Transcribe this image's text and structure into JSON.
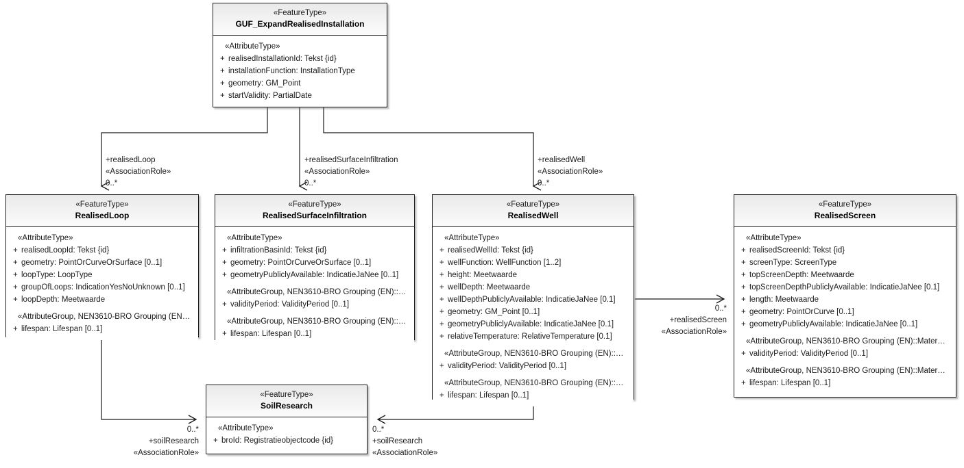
{
  "diagram": {
    "title": "GUF_ExpandRealisedInstallation UML class diagram",
    "stereotype_feature": "«FeatureType»",
    "stereotype_attribute": "«AttributeType»",
    "visibility_public": "+"
  },
  "classes": {
    "guf": {
      "stereotype": "«FeatureType»",
      "name": "GUF_ExpandRealisedInstallation",
      "compartments": [
        {
          "group": "«AttributeType»",
          "attributes": [
            {
              "vis": "+",
              "sig": "realisedInstallationId: Tekst {id}"
            },
            {
              "vis": "+",
              "sig": "installationFunction: InstallationType"
            },
            {
              "vis": "+",
              "sig": "geometry: GM_Point"
            },
            {
              "vis": "+",
              "sig": "startValidity: PartialDate"
            }
          ]
        }
      ]
    },
    "realisedLoop": {
      "stereotype": "«FeatureType»",
      "name": "RealisedLoop",
      "compartments": [
        {
          "group": "«AttributeType»",
          "attributes": [
            {
              "vis": "+",
              "sig": "realisedLoopId: Tekst {id}"
            },
            {
              "vis": "+",
              "sig": "geometry: PointOrCurveOrSurface [0..1]"
            },
            {
              "vis": "+",
              "sig": "loopType: LoopType"
            },
            {
              "vis": "+",
              "sig": "groupOfLoops: IndicationYesNoUnknown [0..1]"
            },
            {
              "vis": "+",
              "sig": "loopDepth: Meetwaarde"
            }
          ]
        },
        {
          "group": "«AttributeGroup, NEN3610-BRO Grouping (EN…",
          "attributes": [
            {
              "vis": "+",
              "sig": "lifespan: Lifespan [0..1]"
            }
          ]
        }
      ]
    },
    "realisedSurfaceInfiltration": {
      "stereotype": "«FeatureType»",
      "name": "RealisedSurfaceInfiltration",
      "compartments": [
        {
          "group": "«AttributeType»",
          "attributes": [
            {
              "vis": "+",
              "sig": "infiltrationBasinId: Tekst {id}"
            },
            {
              "vis": "+",
              "sig": "geometry: PointOrCurveOrSurface [0..1]"
            },
            {
              "vis": "+",
              "sig": "geometryPubliclyAvailable: IndicatieJaNee [0..1]"
            }
          ]
        },
        {
          "group": "«AttributeGroup, NEN3610-BRO Grouping (EN)::…",
          "attributes": [
            {
              "vis": "+",
              "sig": "validityPeriod: ValidityPeriod [0..1]"
            }
          ]
        },
        {
          "group": "«AttributeGroup, NEN3610-BRO Grouping (EN)::…",
          "attributes": [
            {
              "vis": "+",
              "sig": "lifespan: Lifespan [0..1]"
            }
          ]
        }
      ]
    },
    "realisedWell": {
      "stereotype": "«FeatureType»",
      "name": "RealisedWell",
      "compartments": [
        {
          "group": "«AttributeType»",
          "attributes": [
            {
              "vis": "+",
              "sig": "realisedWellId: Tekst {id}"
            },
            {
              "vis": "+",
              "sig": "wellFunction: WellFunction [1..2]"
            },
            {
              "vis": "+",
              "sig": "height: Meetwaarde"
            },
            {
              "vis": "+",
              "sig": "wellDepth: Meetwaarde"
            },
            {
              "vis": "+",
              "sig": "wellDepthPubliclyAvailable: IndicatieJaNee [0.1]"
            },
            {
              "vis": "+",
              "sig": "geometry: GM_Point [0..1]"
            },
            {
              "vis": "+",
              "sig": "geometryPubliclyAvailable: IndicatieJaNee [0.1]"
            },
            {
              "vis": "+",
              "sig": "relativeTemperature: RelativeTemperature [0.1]"
            }
          ]
        },
        {
          "group": "«AttributeGroup, NEN3610-BRO Grouping (EN)::…",
          "attributes": [
            {
              "vis": "+",
              "sig": "validityPeriod: ValidityPeriod [0..1]"
            }
          ]
        },
        {
          "group": "«AttributeGroup, NEN3610-BRO Grouping (EN)::…",
          "attributes": [
            {
              "vis": "+",
              "sig": "lifespan: Lifespan [0..1]"
            }
          ]
        }
      ]
    },
    "realisedScreen": {
      "stereotype": "«FeatureType»",
      "name": "RealisedScreen",
      "compartments": [
        {
          "group": "«AttributeType»",
          "attributes": [
            {
              "vis": "+",
              "sig": "realisedScreenId: Tekst {id}"
            },
            {
              "vis": "+",
              "sig": "screenType: ScreenType"
            },
            {
              "vis": "+",
              "sig": "topScreenDepth: Meetwaarde"
            },
            {
              "vis": "+",
              "sig": "topScreenDepthPubliclyAvailable: IndicatieJaNee [0.1]"
            },
            {
              "vis": "+",
              "sig": "length: Meetwaarde"
            },
            {
              "vis": "+",
              "sig": "geometry: PointOrCurve [0..1]"
            },
            {
              "vis": "+",
              "sig": "geometryPubliclyAvailable: IndicatieJaNee [0..1]"
            }
          ]
        },
        {
          "group": "«AttributeGroup, NEN3610-BRO Grouping (EN)::Mater…",
          "attributes": [
            {
              "vis": "+",
              "sig": "validityPeriod: ValidityPeriod [0..1]"
            }
          ]
        },
        {
          "group": "«AttributeGroup, NEN3610-BRO Grouping (EN)::Mater…",
          "attributes": [
            {
              "vis": "+",
              "sig": "lifespan: Lifespan [0..1]"
            }
          ]
        }
      ]
    },
    "soilResearch": {
      "stereotype": "«FeatureType»",
      "name": "SoilResearch",
      "compartments": [
        {
          "group": "«AttributeType»",
          "attributes": [
            {
              "vis": "+",
              "sig": "broId: Registratieobjectcode {id}"
            }
          ]
        }
      ]
    }
  },
  "associations": {
    "realisedLoop": {
      "role": "+realisedLoop",
      "stereotype": "«AssociationRole»",
      "multiplicity": "0..*"
    },
    "realisedSurfaceInfiltration": {
      "role": "+realisedSurfaceInfiltration",
      "stereotype": "«AssociationRole»",
      "multiplicity": "0..*"
    },
    "realisedWell": {
      "role": "+realisedWell",
      "stereotype": "«AssociationRole»",
      "multiplicity": "0..*"
    },
    "realisedScreen": {
      "role": "+realisedScreen",
      "stereotype": "«AssociationRole»",
      "multiplicity": "0..*"
    },
    "soilResearchFromLoop": {
      "role": "+soilResearch",
      "stereotype": "«AssociationRole»",
      "multiplicity": "0..*"
    },
    "soilResearchFromWell": {
      "role": "+soilResearch",
      "stereotype": "«AssociationRole»",
      "multiplicity": "0..*"
    }
  },
  "colors": {
    "background": "#ffffff",
    "line": "#1a1a1a",
    "header_gradient_top": "#e9e9e9",
    "header_gradient_bottom": "#fbfbfb",
    "text": "#1b1b1b"
  }
}
